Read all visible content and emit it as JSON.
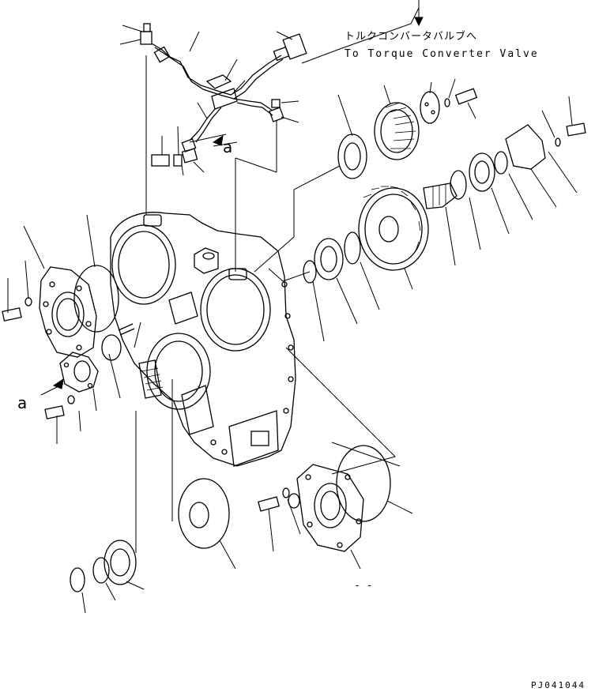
{
  "annotations": {
    "note_jp": "トルクコンバータバルブへ",
    "note_en": "To Torque Converter Valve",
    "view_marker_1": "a",
    "view_marker_2": "a",
    "drawing_code": "PJ041044",
    "dash_mark": "- -"
  },
  "colors": {
    "line": "#000000",
    "background": "#ffffff"
  },
  "icons": [
    "arrow-down-icon",
    "arrow-right-icon"
  ]
}
